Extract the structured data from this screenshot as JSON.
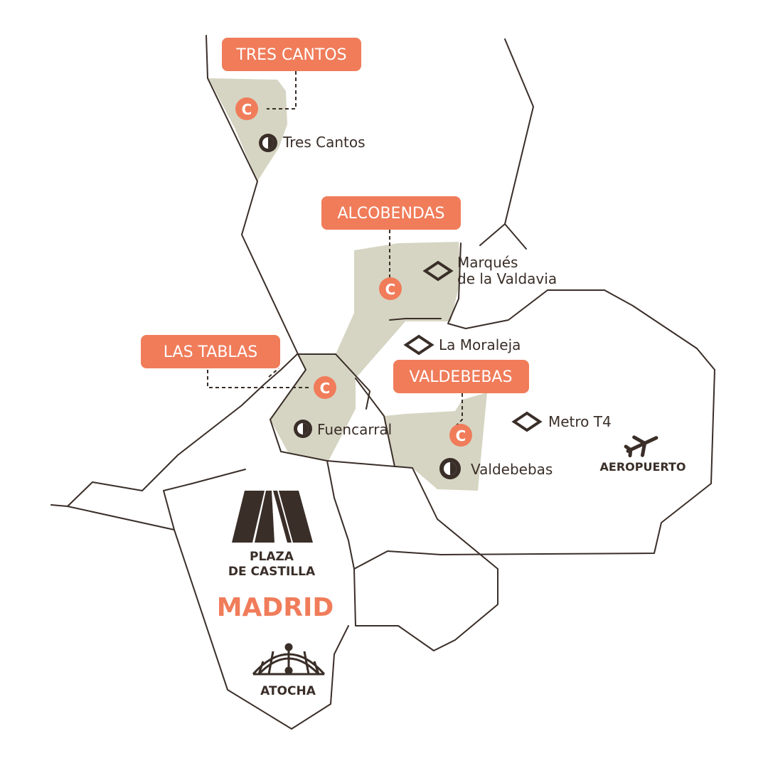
{
  "colors": {
    "zone_fill": "#d6d5c3",
    "accent": "#f07c5a",
    "ink": "#3a2e28",
    "background": "#ffffff"
  },
  "zones": [
    {
      "name": "TRES CANTOS"
    },
    {
      "name": "ALCOBENDAS"
    },
    {
      "name": "LAS TABLAS"
    },
    {
      "name": "VALDEBEBAS"
    }
  ],
  "stations": [
    {
      "name": "Tres Cantos",
      "icon": "cercanias-icon"
    },
    {
      "name": "Marqués",
      "icon": "metro-icon"
    },
    {
      "name": "de la Valdavia",
      "icon": "metro-icon"
    },
    {
      "name": "La Moraleja",
      "icon": "metro-icon"
    },
    {
      "name": "Metro T4",
      "icon": "metro-icon"
    },
    {
      "name": "Fuencarral",
      "icon": "cercanias-icon"
    },
    {
      "name": "Valdebebas",
      "icon": "cercanias-icon"
    }
  ],
  "center_marker": "C",
  "landmarks": {
    "airport": "AEROPUERTO",
    "plaza_line1": "PLAZA",
    "plaza_line2": "DE CASTILLA",
    "city": "MADRID",
    "atocha": "ATOCHA"
  }
}
